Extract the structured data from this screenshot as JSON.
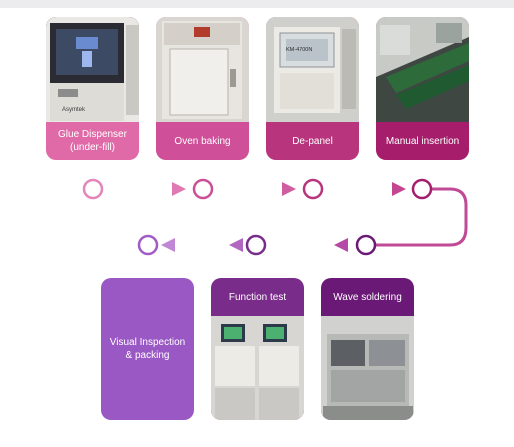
{
  "colors": {
    "pink": "#e06aa7",
    "magenta": "#b8357e",
    "crimson": "#a51d6b",
    "violet": "#8e2e87",
    "lavender": "#9a58c4",
    "purple": "#7a1c8c"
  },
  "steps": [
    {
      "label": "Glue Dispenser (under-fill)",
      "line1": "Glue Dispenser",
      "line2": "(under-fill)"
    },
    {
      "label": "Oven baking"
    },
    {
      "label": "De-panel"
    },
    {
      "label": "Manual insertion"
    },
    {
      "label": "Wave soldering"
    },
    {
      "label": "Function test"
    },
    {
      "label": "Visual Inspection & packing",
      "line1": "Visual Inspection",
      "line2": "& packing"
    }
  ],
  "photo_text": {
    "glue_brand": "Asymtek",
    "depanel_model": "KM-4700N"
  }
}
